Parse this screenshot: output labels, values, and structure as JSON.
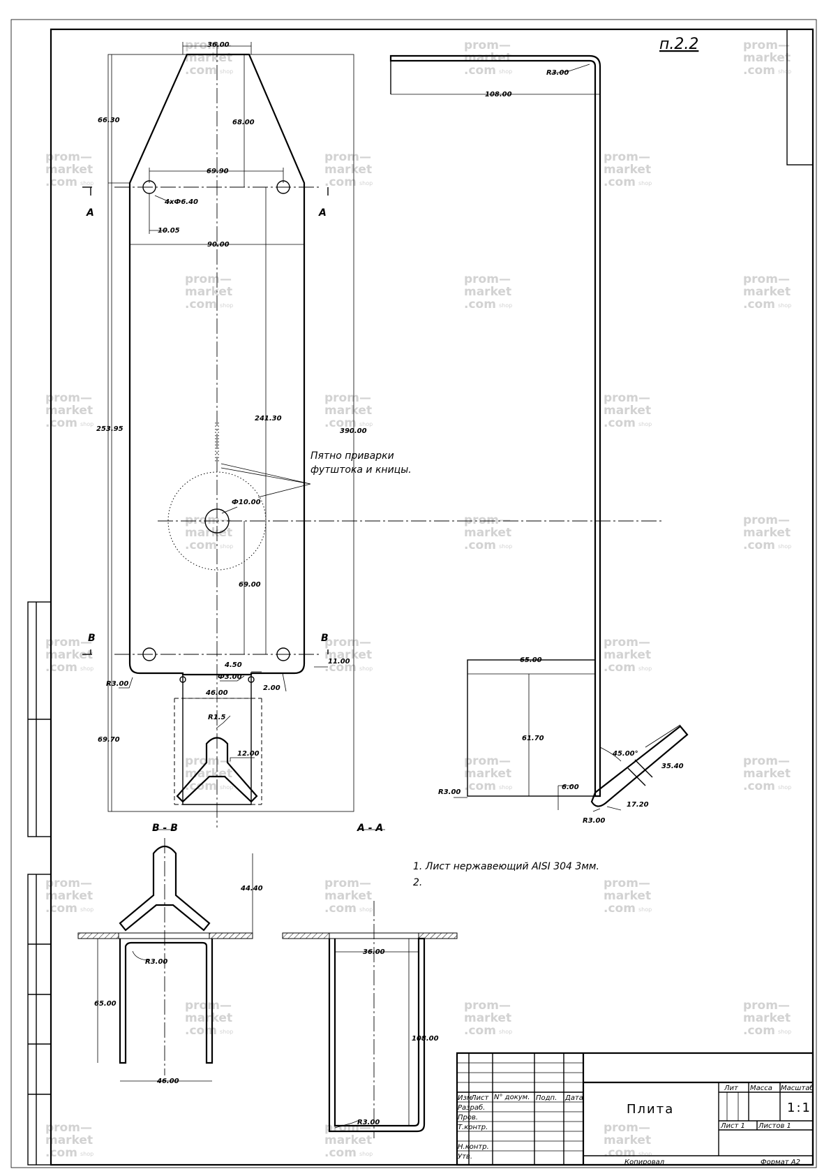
{
  "sheet_mark": "п.2.2",
  "section_labels": {
    "a": "A",
    "b": "B",
    "bb": "B - B",
    "aa": "A - A"
  },
  "dims": {
    "d36_top": "36.00",
    "d66_30": "66.30",
    "d68": "68.00",
    "d69_90": "69.90",
    "holes": "4xФ6.40",
    "d10_05": "10.05",
    "d90": "90.00",
    "d253_95": "253.95",
    "d241_30": "241.30",
    "d390": "390.00",
    "d10": "Ф10.00",
    "d69": "69.00",
    "d4_50": "4.50",
    "d3": "Ф3.00",
    "d2": "2.00",
    "d11": "11.00",
    "r3_left": "R3.00",
    "d46_top": "46.00",
    "r1_5": "R1.5",
    "d12": "12.00",
    "d69_70": "69.70",
    "r3_side_top": "R3.00",
    "d108_side": "108.00",
    "d65_side": "65.00",
    "d61_70": "61.70",
    "d45": "45.00°",
    "d35_40": "35.40",
    "r3_side_left": "R3.00",
    "d6": "6.00",
    "d17_20": "17.20",
    "r3_side_bottom": "R3.00",
    "d44_40": "44.40",
    "r3_bb": "R3.00",
    "d65_bb": "65.00",
    "d46_bb": "46.00",
    "d36_aa": "36.00",
    "d108_aa": "108.00",
    "r3_aa": "R3.00"
  },
  "callout": {
    "line1": "Пятно приварки",
    "line2": "футштока и кницы."
  },
  "notes": {
    "n1": "1. Лист нержавеющий AISI 304 3мм.",
    "n2": "2."
  },
  "title_block": {
    "col_izm": "Изм",
    "col_list": "Лист",
    "col_doc": "N° докум.",
    "col_sign": "Подп.",
    "col_date": "Дата",
    "row_razrab": "Разраб.",
    "row_prov": "Пров.",
    "row_tkontr": "Т.контр.",
    "row_nkontr": "Н.контр.",
    "row_utv": "Утв.",
    "name": "Плита",
    "lit": "Лит",
    "mass": "Масса",
    "scale_h": "Масштаб",
    "scale": "1:1",
    "sheet": "Лист 1",
    "sheets": "Листов 1",
    "copied": "Копировал",
    "format": "Формат A2"
  },
  "watermark": {
    "l1": "prom—",
    "l2": "market",
    "l3": ".com",
    "l4": "shop"
  }
}
